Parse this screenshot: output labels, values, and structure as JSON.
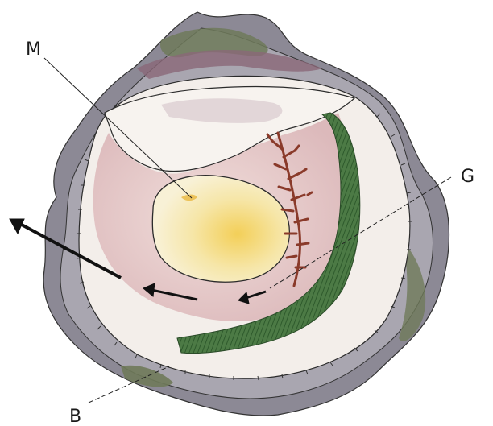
{
  "labels": {
    "M": "M",
    "G": "G",
    "B": "B"
  },
  "colors": {
    "outer_shell": "#8a8791",
    "shell_green": "#6f7a5a",
    "shell_purple": "#8a6878",
    "mantle": "#f2ece8",
    "body_pink": "#e8cfcf",
    "muscle": "#f5e7a6",
    "muscle_yellow": "#f0c850",
    "gill": "#3d6a3a",
    "heart": "#8a3a2a",
    "arrow": "#111111"
  }
}
